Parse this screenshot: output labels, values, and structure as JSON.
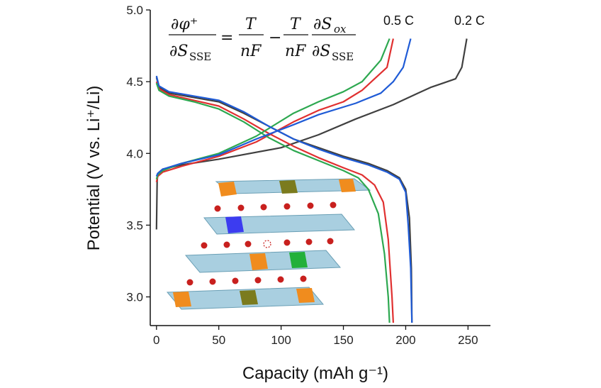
{
  "chart_data": {
    "type": "line",
    "title": "",
    "xlabel": "Capacity (mAh g⁻¹)",
    "ylabel": "Potential (V vs. Li⁺/Li)",
    "xlim": [
      -5,
      268
    ],
    "ylim": [
      2.8,
      5.0
    ],
    "xticks": [
      "0",
      "50",
      "100",
      "150",
      "200",
      "250"
    ],
    "yticks": [
      "3.0",
      "3.5",
      "4.0",
      "4.5",
      "5.0"
    ],
    "xtick_values": [
      0,
      50,
      100,
      150,
      200,
      250
    ],
    "ytick_values": [
      3.0,
      3.5,
      4.0,
      4.5,
      5.0
    ],
    "grid": false,
    "rate_labels": [
      "0.5 C",
      "0.2 C"
    ],
    "equation": {
      "lhs_num": "∂φ⁺",
      "lhs_den_main": "∂S",
      "lhs_den_sub": "SSE",
      "eq": "=",
      "t1_num": "T",
      "t1_den": "nF",
      "minus": "−",
      "t2_num": "T",
      "t2_den": "nF",
      "t3_num_main": "∂S",
      "t3_num_sub": "ox",
      "t3_den_main": "∂S",
      "t3_den_sub": "SSE"
    },
    "series": [
      {
        "color": "#404040",
        "charge": [
          [
            0,
            3.47
          ],
          [
            0.5,
            3.8
          ],
          [
            1,
            3.86
          ],
          [
            5,
            3.89
          ],
          [
            20,
            3.92
          ],
          [
            50,
            3.96
          ],
          [
            100,
            4.04
          ],
          [
            130,
            4.13
          ],
          [
            160,
            4.24
          ],
          [
            190,
            4.34
          ],
          [
            210,
            4.42
          ],
          [
            220,
            4.46
          ],
          [
            230,
            4.49
          ],
          [
            240,
            4.52
          ],
          [
            245,
            4.6
          ],
          [
            249,
            4.8
          ]
        ],
        "discharge": [
          [
            0,
            4.53
          ],
          [
            2,
            4.46
          ],
          [
            10,
            4.42
          ],
          [
            30,
            4.39
          ],
          [
            50,
            4.36
          ],
          [
            70,
            4.28
          ],
          [
            90,
            4.19
          ],
          [
            110,
            4.1
          ],
          [
            130,
            4.04
          ],
          [
            150,
            3.98
          ],
          [
            170,
            3.93
          ],
          [
            185,
            3.88
          ],
          [
            195,
            3.83
          ],
          [
            200,
            3.75
          ],
          [
            203,
            3.55
          ],
          [
            204.5,
            3.2
          ],
          [
            205,
            2.82
          ]
        ]
      },
      {
        "color": "#e03030",
        "charge": [
          [
            0,
            3.8
          ],
          [
            1,
            3.84
          ],
          [
            5,
            3.87
          ],
          [
            20,
            3.91
          ],
          [
            50,
            3.98
          ],
          [
            80,
            4.08
          ],
          [
            110,
            4.22
          ],
          [
            130,
            4.3
          ],
          [
            150,
            4.36
          ],
          [
            165,
            4.44
          ],
          [
            175,
            4.52
          ],
          [
            185,
            4.6
          ],
          [
            190,
            4.8
          ]
        ],
        "discharge": [
          [
            0,
            4.5
          ],
          [
            2,
            4.45
          ],
          [
            10,
            4.41
          ],
          [
            30,
            4.37
          ],
          [
            50,
            4.33
          ],
          [
            70,
            4.24
          ],
          [
            90,
            4.14
          ],
          [
            110,
            4.05
          ],
          [
            130,
            3.97
          ],
          [
            150,
            3.9
          ],
          [
            165,
            3.85
          ],
          [
            175,
            3.78
          ],
          [
            182,
            3.66
          ],
          [
            186,
            3.4
          ],
          [
            189,
            3.0
          ],
          [
            190,
            2.82
          ]
        ]
      },
      {
        "color": "#2da850",
        "charge": [
          [
            0,
            3.82
          ],
          [
            1,
            3.85
          ],
          [
            5,
            3.88
          ],
          [
            20,
            3.93
          ],
          [
            50,
            4.0
          ],
          [
            80,
            4.12
          ],
          [
            110,
            4.28
          ],
          [
            130,
            4.36
          ],
          [
            150,
            4.43
          ],
          [
            165,
            4.5
          ],
          [
            172,
            4.57
          ],
          [
            180,
            4.65
          ],
          [
            187,
            4.8
          ]
        ],
        "discharge": [
          [
            0,
            4.49
          ],
          [
            2,
            4.44
          ],
          [
            10,
            4.4
          ],
          [
            30,
            4.36
          ],
          [
            50,
            4.31
          ],
          [
            70,
            4.22
          ],
          [
            90,
            4.11
          ],
          [
            110,
            4.02
          ],
          [
            130,
            3.95
          ],
          [
            150,
            3.88
          ],
          [
            162,
            3.83
          ],
          [
            170,
            3.75
          ],
          [
            178,
            3.58
          ],
          [
            183,
            3.3
          ],
          [
            186,
            3.0
          ],
          [
            187,
            2.82
          ]
        ]
      },
      {
        "color": "#1f5bd6",
        "charge": [
          [
            0,
            3.84
          ],
          [
            1,
            3.86
          ],
          [
            5,
            3.89
          ],
          [
            20,
            3.93
          ],
          [
            50,
            3.99
          ],
          [
            80,
            4.1
          ],
          [
            110,
            4.2
          ],
          [
            130,
            4.27
          ],
          [
            160,
            4.35
          ],
          [
            180,
            4.42
          ],
          [
            190,
            4.5
          ],
          [
            198,
            4.6
          ],
          [
            204,
            4.8
          ]
        ],
        "discharge": [
          [
            0,
            4.54
          ],
          [
            2,
            4.47
          ],
          [
            10,
            4.43
          ],
          [
            30,
            4.4
          ],
          [
            50,
            4.37
          ],
          [
            70,
            4.29
          ],
          [
            90,
            4.19
          ],
          [
            110,
            4.1
          ],
          [
            130,
            4.03
          ],
          [
            150,
            3.97
          ],
          [
            170,
            3.92
          ],
          [
            185,
            3.87
          ],
          [
            195,
            3.82
          ],
          [
            200,
            3.73
          ],
          [
            202,
            3.5
          ],
          [
            204,
            3.2
          ],
          [
            205,
            2.82
          ]
        ]
      }
    ]
  }
}
